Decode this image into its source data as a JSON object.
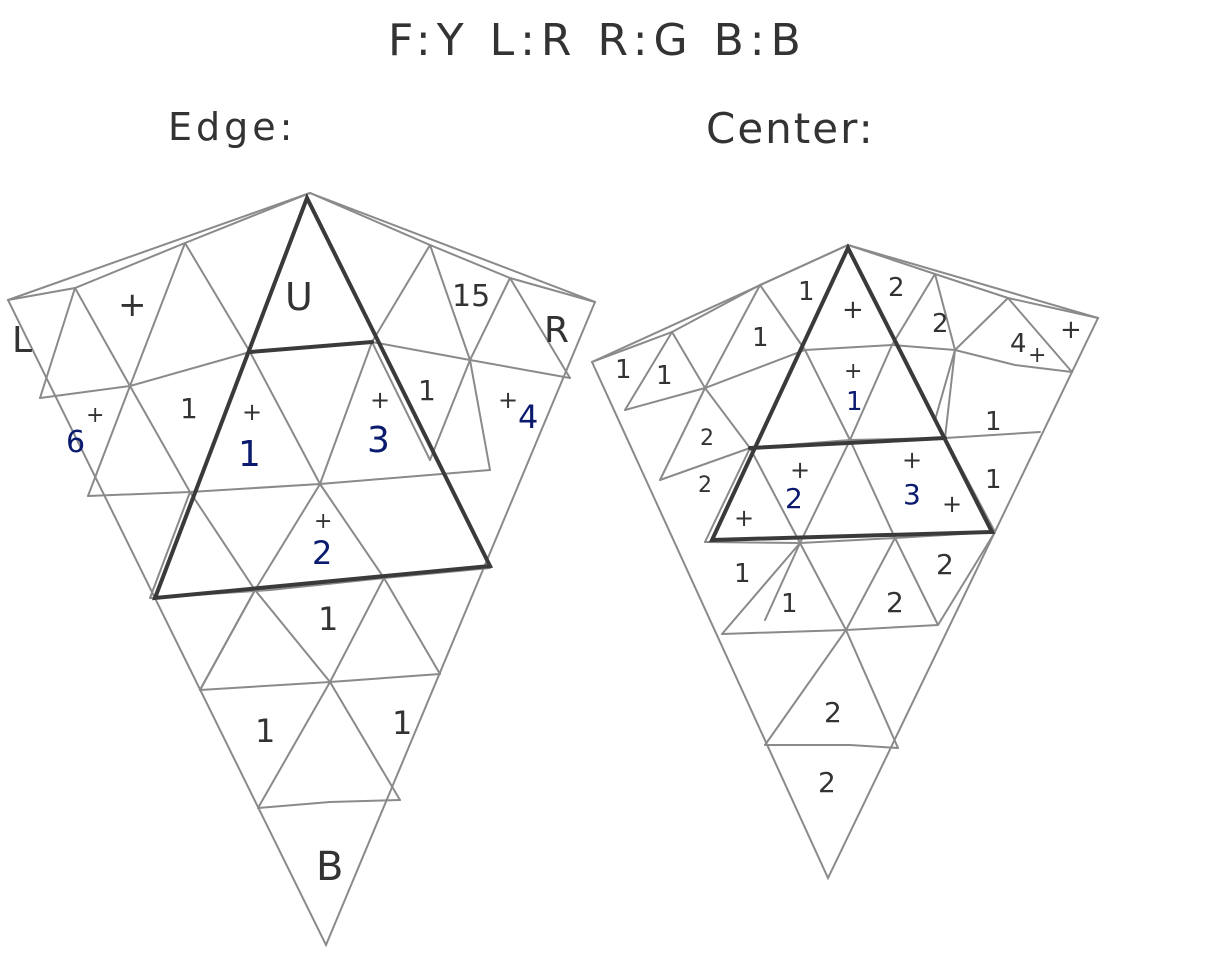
{
  "header": {
    "color_key": "F:Y L:R R:G B:B"
  },
  "edge": {
    "title": "Edge:",
    "labels": {
      "L": "L",
      "R": "R",
      "U": "U",
      "B": "B",
      "c15": "15",
      "top_plus": "+",
      "c1a": "1",
      "c1b": "1",
      "c1c": "1",
      "c1d": "1",
      "c1e": "1",
      "p6": "6",
      "p6s": "+",
      "p1": "1",
      "p1s": "+",
      "p3": "3",
      "p3s": "+",
      "p4": "4",
      "p4s": "+",
      "p2": "2",
      "p2s": "+"
    }
  },
  "center": {
    "title": "Center:",
    "labels": {
      "a1": "1",
      "a2": "1",
      "a3": "1",
      "a4": "1",
      "b1": "2",
      "b2": "2",
      "b3": "2",
      "b4": "2",
      "p4": "4",
      "p4s": "+",
      "topplus": "+",
      "tplus2": "+",
      "p1": "1",
      "p1s": "+",
      "p2": "2",
      "p2s": "+",
      "p3": "3",
      "p3s": "+",
      "lplus": "+",
      "rplus": "+",
      "r1": "1",
      "r2": "1",
      "d1": "1",
      "d2": "1",
      "d3": "2",
      "d4": "2",
      "d5": "2",
      "d6": "2"
    }
  },
  "colors": {
    "ink": "#333333",
    "blue": "#0a1a6e",
    "grid": "#8a8a8a"
  }
}
